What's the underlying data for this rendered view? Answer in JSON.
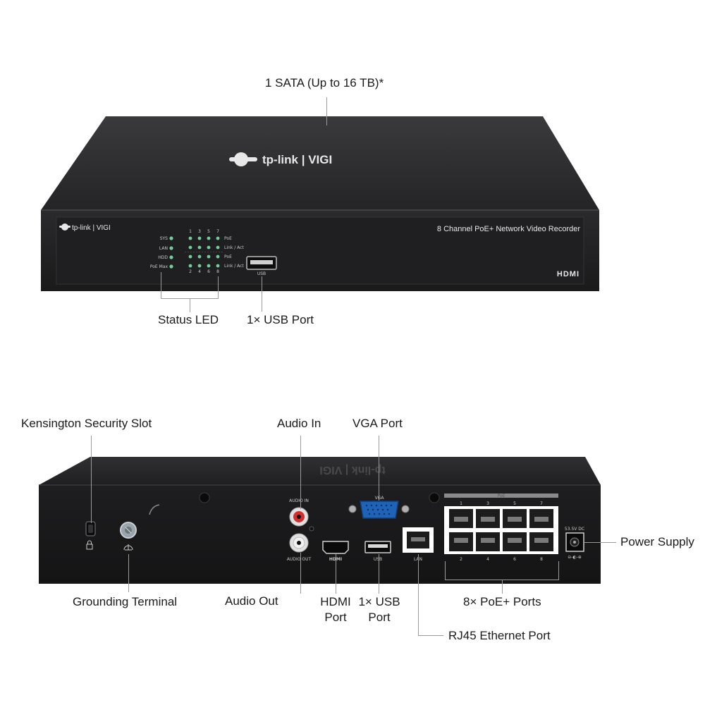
{
  "front": {
    "sata_label": "1 SATA (Up to 16 TB)*",
    "logo_top": "tp-link | VIGI",
    "logo_front": "tp-link | VIGI",
    "model_text": "8 Channel PoE+ Network Video Recorder",
    "hdmi_logo": "HDMI",
    "usb_tiny": "USB",
    "led_labels": [
      "SYS",
      "LAN",
      "HDD",
      "PoE Max"
    ],
    "top_numbers": [
      "1",
      "3",
      "5",
      "7"
    ],
    "bottom_numbers": [
      "2",
      "4",
      "6",
      "8"
    ],
    "right_labels": [
      "PoE",
      "Link / Act",
      "PoE",
      "Link / Act"
    ],
    "status_led_label": "Status LED",
    "usb_port_label": "1× USB Port"
  },
  "rear": {
    "kensington_label": "Kensington Security Slot",
    "audio_in_label": "Audio In",
    "vga_label": "VGA Port",
    "power_label": "Power Supply",
    "grounding_label": "Grounding Terminal",
    "audio_out_label": "Audio Out",
    "hdmi_label": "HDMI\nPort",
    "usb_label": "1× USB\nPort",
    "poe_ports_label": "8× PoE+ Ports",
    "rj45_label": "RJ45 Ethernet Port",
    "tiny": {
      "audio_in": "AUDIO IN",
      "audio_out": "AUDIO OUT",
      "vga": "VGA",
      "hdmi": "HDMI",
      "usb": "USB",
      "lan": "LAN",
      "poe": "PoE",
      "dc": "53.5V DC",
      "poe_top": [
        "1",
        "3",
        "5",
        "7"
      ],
      "poe_bottom": [
        "2",
        "4",
        "6",
        "8"
      ]
    }
  }
}
